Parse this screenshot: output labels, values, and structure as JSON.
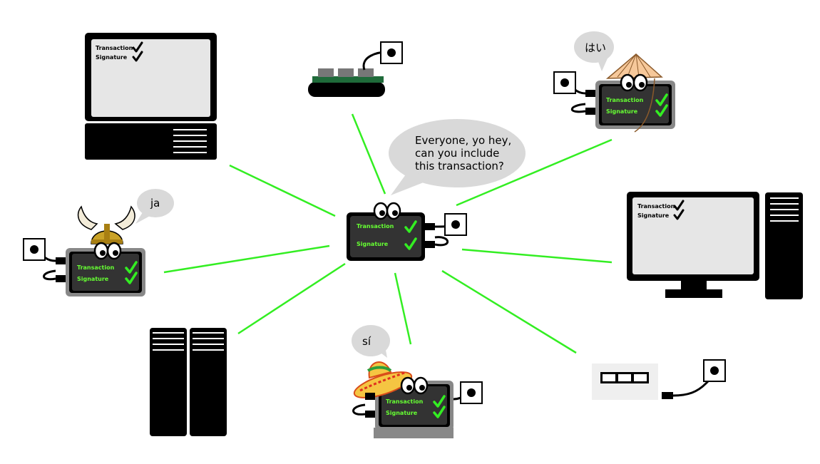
{
  "center_node": {
    "bubble_lines": [
      "Everyone, yo hey,",
      "can you include",
      "this transaction?"
    ],
    "labels": [
      "Transaction",
      "Signature"
    ]
  },
  "viking_node": {
    "bubble": "ja",
    "labels": [
      "Transaction",
      "Signature"
    ]
  },
  "asian_hat_node": {
    "bubble": "はい",
    "labels": [
      "Transaction",
      "Signature"
    ]
  },
  "sombrero_node": {
    "bubble": "sí",
    "labels": [
      "Transaction",
      "Signature"
    ]
  },
  "desktop_left": {
    "labels": [
      "Transaction",
      "Signature"
    ]
  },
  "desktop_right": {
    "labels": [
      "Transaction",
      "Signature"
    ]
  },
  "colors": {
    "link": "#33ee22",
    "check": "#33ee22",
    "bubble": "#d9d9d9",
    "device_body": "#333333",
    "device_frame": "#8c8c8c"
  }
}
